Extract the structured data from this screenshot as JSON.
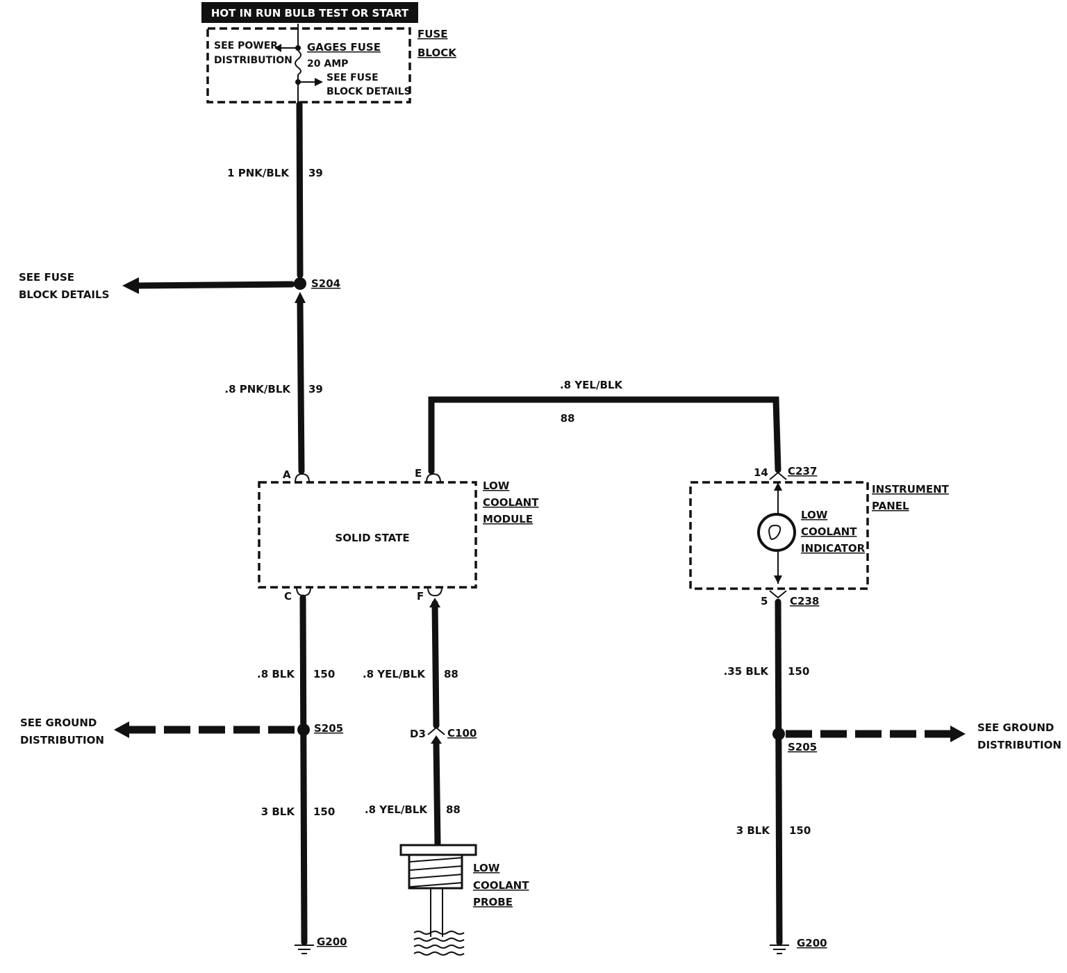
{
  "header": {
    "title": "HOT IN RUN BULB TEST OR START"
  },
  "fuse_block": {
    "name": [
      "FUSE",
      "BLOCK"
    ],
    "fuse_name": "GAGES FUSE",
    "fuse_rating": "20 AMP",
    "see_power": [
      "SEE POWER",
      "DISTRIBUTION"
    ],
    "see_fuse_details": [
      "SEE FUSE",
      "BLOCK DETAILS"
    ]
  },
  "wire_1pnk": {
    "gauge_color": "1 PNK/BLK",
    "circuit": "39"
  },
  "splice_s204": {
    "id": "S204",
    "ref": [
      "SEE FUSE",
      "BLOCK DETAILS"
    ]
  },
  "wire_8pnk": {
    "gauge_color": ".8 PNK/BLK",
    "circuit": "39"
  },
  "wire_top_yel": {
    "gauge_color": ".8 YEL/BLK",
    "circuit": "88"
  },
  "module": {
    "name": [
      "LOW",
      "COOLANT",
      "MODULE"
    ],
    "body": "SOLID STATE",
    "pin_a": "A",
    "pin_e": "E",
    "pin_c": "C",
    "pin_f": "F"
  },
  "instrument_panel": {
    "name": [
      "INSTRUMENT",
      "PANEL"
    ],
    "indicator": [
      "LOW",
      "COOLANT",
      "INDICATOR"
    ],
    "conn_top_pin": "14",
    "conn_top_id": "C237",
    "conn_bot_pin": "5",
    "conn_bot_id": "C238"
  },
  "left_ground": {
    "wire_top": {
      "gauge_color": ".8 BLK",
      "circuit": "150"
    },
    "splice": "S205",
    "ref": [
      "SEE GROUND",
      "DISTRIBUTION"
    ],
    "wire_bot": {
      "gauge_color": "3 BLK",
      "circuit": "150"
    },
    "ground": "G200"
  },
  "probe_branch": {
    "wire_top": {
      "gauge_color": ".8 YEL/BLK",
      "circuit": "88"
    },
    "conn_pin": "D3",
    "conn_id": "C100",
    "wire_bot": {
      "gauge_color": ".8 YEL/BLK",
      "circuit": "88"
    },
    "probe": [
      "LOW",
      "COOLANT",
      "PROBE"
    ]
  },
  "right_ground": {
    "wire_top": {
      "gauge_color": ".35 BLK",
      "circuit": "150"
    },
    "splice": "S205",
    "ref": [
      "SEE GROUND",
      "DISTRIBUTION"
    ],
    "wire_bot": {
      "gauge_color": "3 BLK",
      "circuit": "150"
    },
    "ground": "G200"
  }
}
